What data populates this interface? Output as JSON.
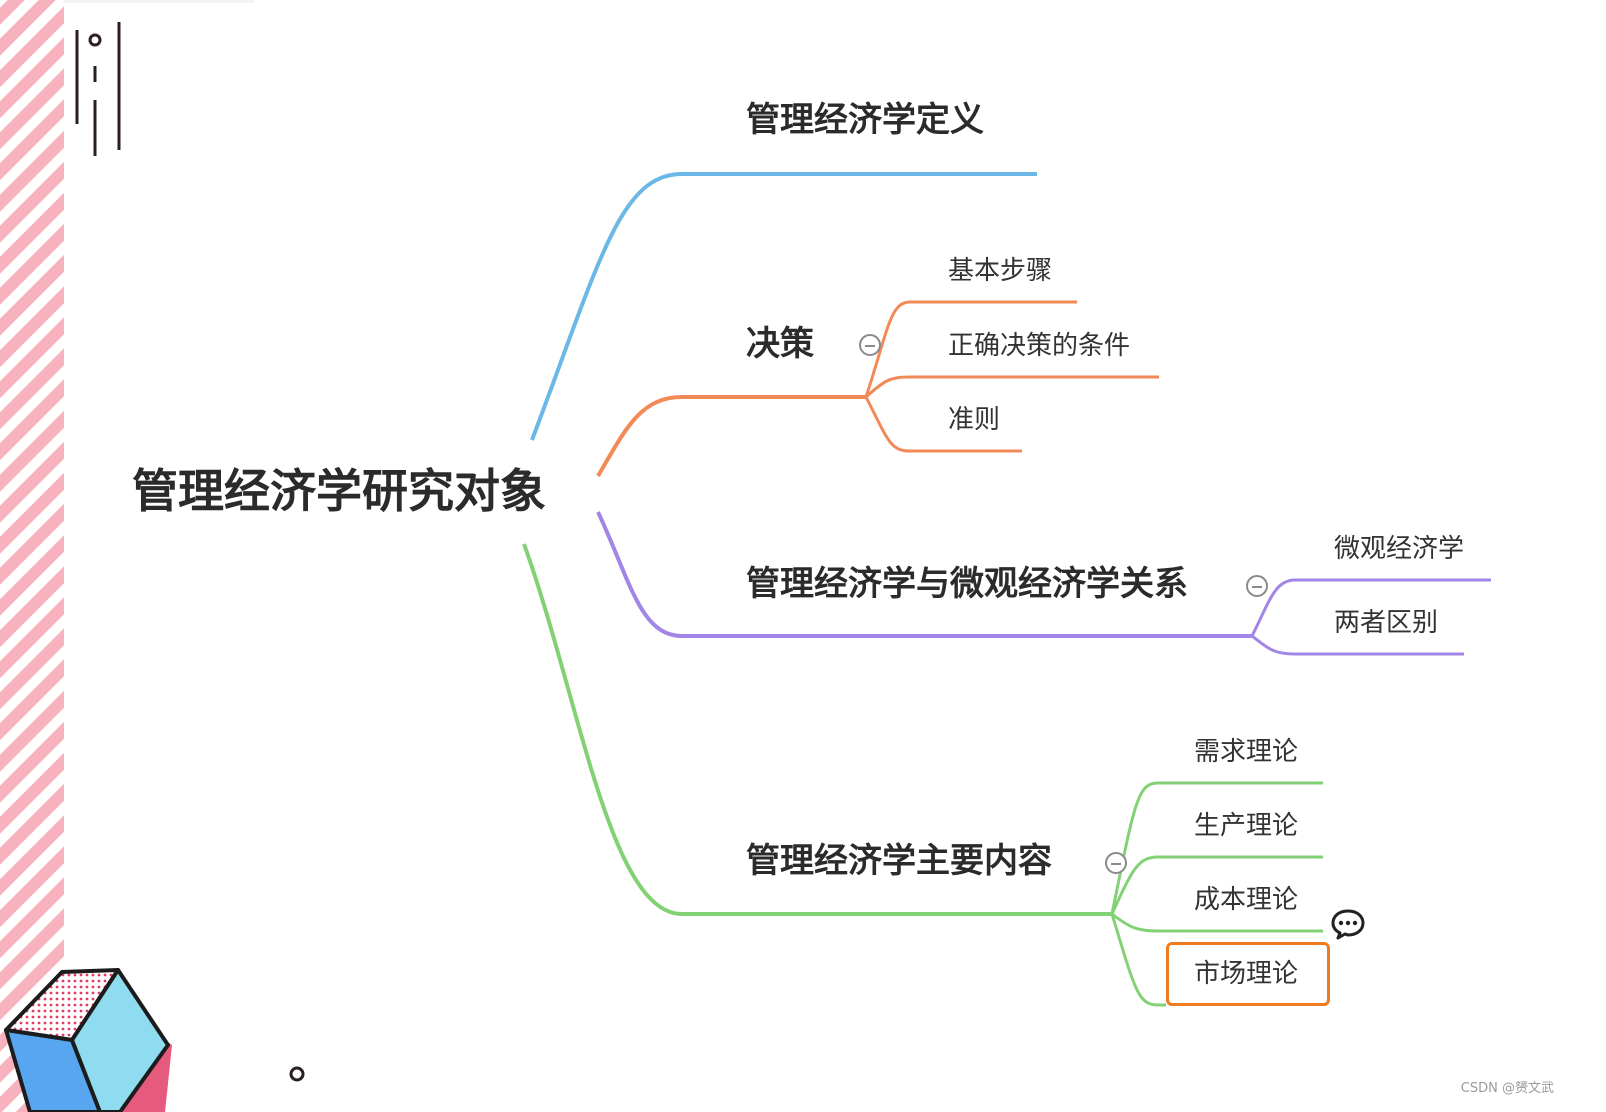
{
  "root": {
    "label": "管理经济学研究对象"
  },
  "branches": [
    {
      "label": "管理经济学定义",
      "color": "#6bb8e6",
      "children": []
    },
    {
      "label": "决策",
      "color": "#f28a57",
      "children": [
        "基本步骤",
        "正确决策的条件",
        "准则"
      ]
    },
    {
      "label": "管理经济学与微观经济学关系",
      "color": "#a285e6",
      "children": [
        "微观经济学",
        "两者区别"
      ]
    },
    {
      "label": "管理经济学主要内容",
      "color": "#82d275",
      "children": [
        "需求理论",
        "生产理论",
        "成本理论",
        "市场理论"
      ]
    }
  ],
  "selected_topic": "市场理论",
  "colors": {
    "selection": "#f07b1e",
    "stripe": "#f7b2bd"
  },
  "icons": {
    "collapse": "minus-circle-icon",
    "comment": "comment-icon"
  },
  "watermark": "CSDN @赟文武"
}
